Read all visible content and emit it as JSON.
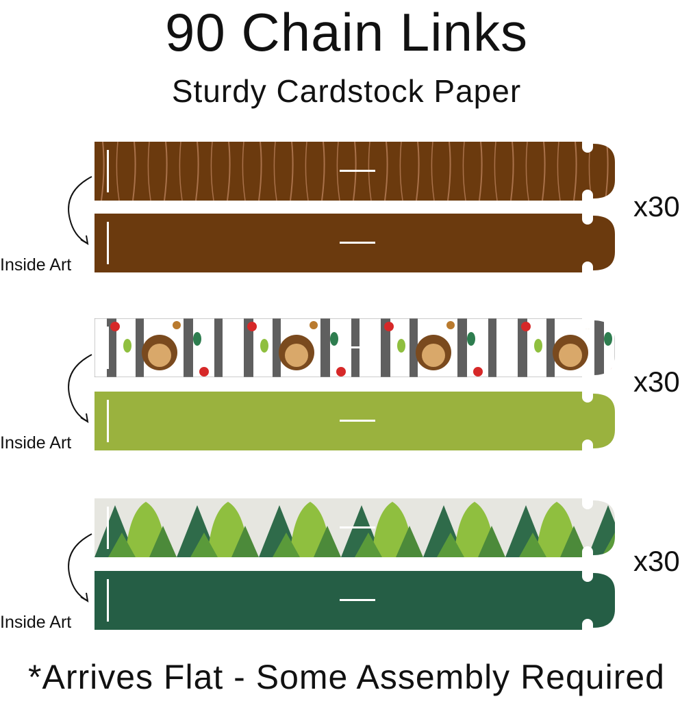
{
  "title": "90 Chain Links",
  "subtitle": "Sturdy Cardstock Paper",
  "sets": [
    {
      "count": "x30",
      "inside_label": "Inside Art",
      "outside_pattern": "tree-bark",
      "outside_color": "#6b3a0e",
      "inside_color": "#6b3a0e"
    },
    {
      "count": "x30",
      "inside_label": "Inside Art",
      "outside_pattern": "hedgehog-birch",
      "outside_color": "#5f5f5f",
      "inside_color": "#9ab23e"
    },
    {
      "count": "x30",
      "inside_label": "Inside Art",
      "outside_pattern": "forest-trees",
      "outside_color": "#2f6b4a",
      "inside_color": "#255e45"
    }
  ],
  "footer": "*Arrives Flat - Some Assembly Required"
}
